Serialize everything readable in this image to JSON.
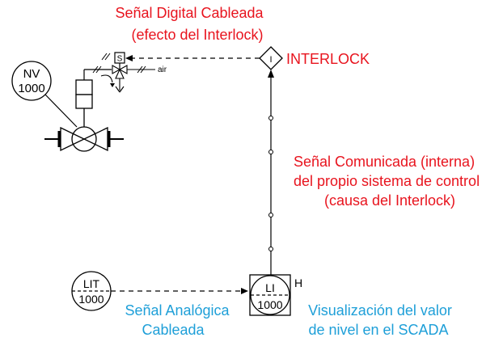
{
  "colors": {
    "red_text": "#e8141e",
    "blue_text": "#1e9fd8",
    "line": "#000000",
    "background": "#ffffff"
  },
  "labels": {
    "digital_signal_line1": "Señal Digital Cableada",
    "digital_signal_line2": "(efecto del Interlock)",
    "interlock_title": "INTERLOCK",
    "comm_signal_line1": "Señal Comunicada (interna)",
    "comm_signal_line2": "del propio sistema de control",
    "comm_signal_line3": "(causa del Interlock)",
    "analog_signal_line1": "Señal Analógica",
    "analog_signal_line2": "Cableada",
    "scada_line1": "Visualización del valor",
    "scada_line2": "de nivel en el SCADA"
  },
  "instruments": {
    "valve_tag": "NV",
    "valve_number": "1000",
    "transmitter_tag": "LIT",
    "transmitter_number": "1000",
    "indicator_tag": "LI",
    "indicator_number": "1000",
    "indicator_alarm": "H",
    "interlock_symbol": "I",
    "solenoid_symbol": "S",
    "air_label": "air"
  }
}
